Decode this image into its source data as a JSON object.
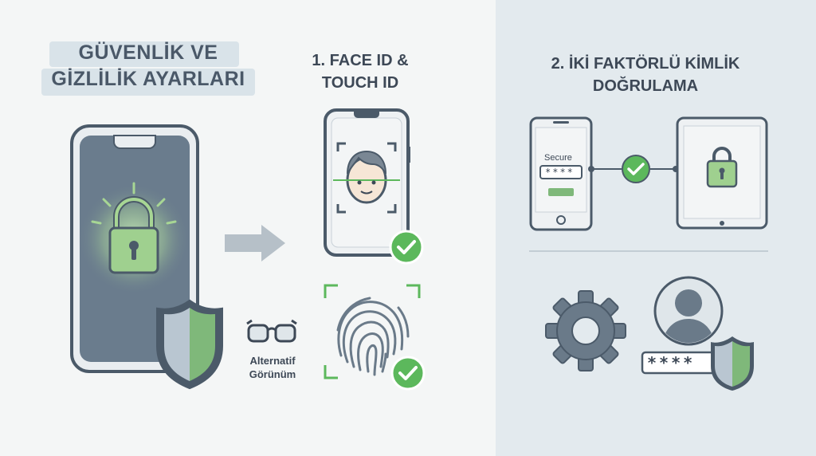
{
  "main_title": {
    "line1": "GÜVENLİK VE",
    "line2": "GİZLİLİK AYARLARI"
  },
  "step1": {
    "line1": "1. FACE ID &",
    "line2": "TOUCH ID"
  },
  "step2": {
    "line1": "2. İKİ FAKTÖRLÜ KİMLİK",
    "line2": "DOĞRULAMA"
  },
  "alternative": {
    "line1": "Alternatif",
    "line2": "Görünüm"
  },
  "secure_screen": {
    "label": "Secure",
    "password": "****"
  },
  "password_field": {
    "value": "****"
  },
  "colors": {
    "accent_green": "#5cb85c",
    "lock_green": "#9fd08f",
    "slate": "#5a6b7b",
    "right_bg": "#e3eaee"
  },
  "icons": [
    "shield-icon",
    "lock-icon",
    "arrow-right-icon",
    "glasses-icon",
    "face-scan-icon",
    "fingerprint-icon",
    "check-icon",
    "gear-icon",
    "user-avatar-icon"
  ]
}
